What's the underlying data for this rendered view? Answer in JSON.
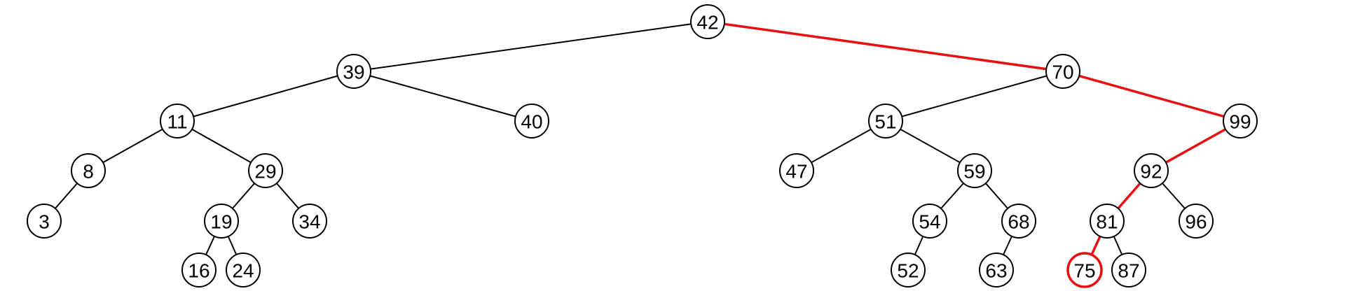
{
  "tree": {
    "root": "42",
    "highlight_color": "#e81010",
    "line_color": "#000000",
    "node_fill": "#ffffff",
    "nodes": [
      {
        "id": "42",
        "label": "42",
        "highlight": false
      },
      {
        "id": "39",
        "label": "39",
        "highlight": false
      },
      {
        "id": "70",
        "label": "70",
        "highlight": false
      },
      {
        "id": "11",
        "label": "11",
        "highlight": false
      },
      {
        "id": "40",
        "label": "40",
        "highlight": false
      },
      {
        "id": "51",
        "label": "51",
        "highlight": false
      },
      {
        "id": "99",
        "label": "99",
        "highlight": false
      },
      {
        "id": "8",
        "label": "8",
        "highlight": false
      },
      {
        "id": "29",
        "label": "29",
        "highlight": false
      },
      {
        "id": "47",
        "label": "47",
        "highlight": false
      },
      {
        "id": "59",
        "label": "59",
        "highlight": false
      },
      {
        "id": "92",
        "label": "92",
        "highlight": false
      },
      {
        "id": "3",
        "label": "3",
        "highlight": false
      },
      {
        "id": "19",
        "label": "19",
        "highlight": false
      },
      {
        "id": "34",
        "label": "34",
        "highlight": false
      },
      {
        "id": "54",
        "label": "54",
        "highlight": false
      },
      {
        "id": "68",
        "label": "68",
        "highlight": false
      },
      {
        "id": "81",
        "label": "81",
        "highlight": false
      },
      {
        "id": "96",
        "label": "96",
        "highlight": false
      },
      {
        "id": "16",
        "label": "16",
        "highlight": false
      },
      {
        "id": "24",
        "label": "24",
        "highlight": false
      },
      {
        "id": "52",
        "label": "52",
        "highlight": false
      },
      {
        "id": "63",
        "label": "63",
        "highlight": false
      },
      {
        "id": "75",
        "label": "75",
        "highlight": true
      },
      {
        "id": "87",
        "label": "87",
        "highlight": false
      }
    ],
    "edges": [
      {
        "from": "42",
        "to": "39",
        "highlight": false
      },
      {
        "from": "42",
        "to": "70",
        "highlight": true
      },
      {
        "from": "39",
        "to": "11",
        "highlight": false
      },
      {
        "from": "39",
        "to": "40",
        "highlight": false
      },
      {
        "from": "70",
        "to": "51",
        "highlight": false
      },
      {
        "from": "70",
        "to": "99",
        "highlight": true
      },
      {
        "from": "11",
        "to": "8",
        "highlight": false
      },
      {
        "from": "11",
        "to": "29",
        "highlight": false
      },
      {
        "from": "8",
        "to": "3",
        "highlight": false
      },
      {
        "from": "29",
        "to": "19",
        "highlight": false
      },
      {
        "from": "29",
        "to": "34",
        "highlight": false
      },
      {
        "from": "19",
        "to": "16",
        "highlight": false
      },
      {
        "from": "19",
        "to": "24",
        "highlight": false
      },
      {
        "from": "51",
        "to": "47",
        "highlight": false
      },
      {
        "from": "51",
        "to": "59",
        "highlight": false
      },
      {
        "from": "59",
        "to": "54",
        "highlight": false
      },
      {
        "from": "59",
        "to": "68",
        "highlight": false
      },
      {
        "from": "54",
        "to": "52",
        "highlight": false
      },
      {
        "from": "68",
        "to": "63",
        "highlight": false
      },
      {
        "from": "99",
        "to": "92",
        "highlight": true
      },
      {
        "from": "92",
        "to": "81",
        "highlight": true
      },
      {
        "from": "92",
        "to": "96",
        "highlight": false
      },
      {
        "from": "81",
        "to": "75",
        "highlight": true
      },
      {
        "from": "81",
        "to": "87",
        "highlight": false
      }
    ]
  }
}
